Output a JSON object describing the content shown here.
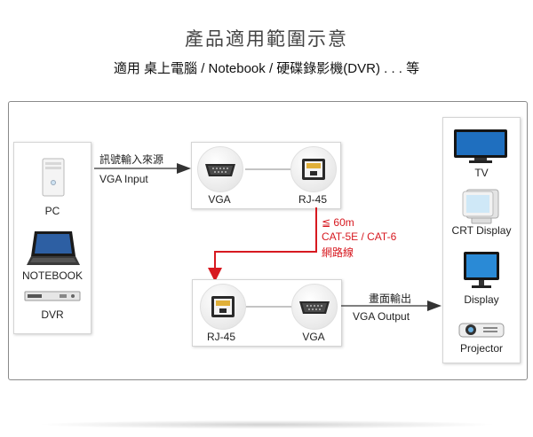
{
  "header": {
    "title": "產品適用範圍示意",
    "subtitle": "適用 桌上電腦 / Notebook / 硬碟錄影機(DVR) . . . 等"
  },
  "sources": {
    "pc": "PC",
    "notebook": "NOTEBOOK",
    "dvr": "DVR"
  },
  "input_arrow": {
    "top_label": "訊號輸入來源",
    "bottom_label": "VGA Input"
  },
  "transmitter": {
    "left_port": "VGA",
    "right_port": "RJ-45"
  },
  "cable": {
    "distance": "≦ 60m",
    "type": "CAT-5E / CAT-6",
    "name": "網路線"
  },
  "receiver": {
    "left_port": "RJ-45",
    "right_port": "VGA"
  },
  "output_arrow": {
    "top_label": "畫面輸出",
    "bottom_label": "VGA Output"
  },
  "displays": {
    "tv": "TV",
    "crt": "CRT Display",
    "display": "Display",
    "projector": "Projector"
  },
  "colors": {
    "cable_red": "#d71920",
    "arrow_gray": "#333333"
  }
}
